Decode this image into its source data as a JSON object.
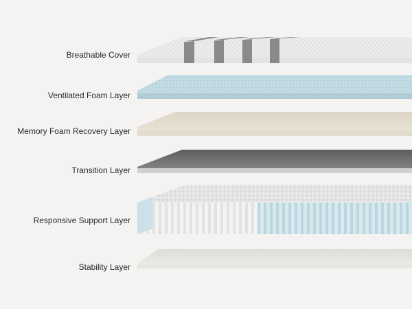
{
  "layers": [
    {
      "label": "Breathable Cover",
      "color": "#ececec"
    },
    {
      "label": "Ventilated Foam Layer",
      "color": "#bcd6e0"
    },
    {
      "label": "Memory Foam Recovery Layer",
      "color": "#e7e1d3"
    },
    {
      "label": "Transition Layer",
      "color": "#6f6f6f"
    },
    {
      "label": "Responsive Support Layer",
      "color": "#cfe2ea"
    },
    {
      "label": "Stability Layer",
      "color": "#e9e8e5"
    }
  ]
}
